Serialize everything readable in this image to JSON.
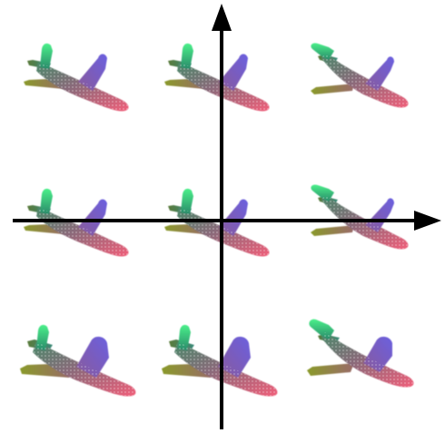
{
  "figure": {
    "description_kind": "latent-space grid of 3D point-cloud airplanes",
    "grid_rows": 3,
    "grid_cols": 3,
    "axes": {
      "horizontal_arrow": true,
      "vertical_arrow": true,
      "color": "#000000"
    },
    "colors": {
      "nose": "#f0607a",
      "tail_fin": "#3fd27a",
      "right_wing": "#6a5fd6",
      "left_wing": "#8a8a2a",
      "body_mid": "#a06a7a"
    },
    "airplanes": [
      {
        "row": 0,
        "col": 0,
        "variant": "wide-wing"
      },
      {
        "row": 0,
        "col": 1,
        "variant": "wide-wing"
      },
      {
        "row": 0,
        "col": 2,
        "variant": "swept-tail"
      },
      {
        "row": 1,
        "col": 0,
        "variant": "wide-wing"
      },
      {
        "row": 1,
        "col": 1,
        "variant": "wide-wing"
      },
      {
        "row": 1,
        "col": 2,
        "variant": "swept-tail"
      },
      {
        "row": 2,
        "col": 0,
        "variant": "delta-wing"
      },
      {
        "row": 2,
        "col": 1,
        "variant": "delta-wing"
      },
      {
        "row": 2,
        "col": 2,
        "variant": "swept-tail-delta"
      }
    ]
  }
}
